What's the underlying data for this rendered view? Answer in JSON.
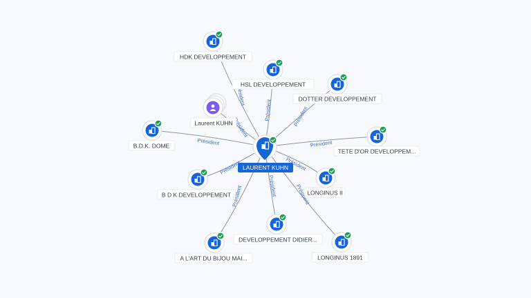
{
  "center": {
    "label": "LAURENT KUHN",
    "icon": "company-pin-icon"
  },
  "relation_label": "Président",
  "nodes": [
    {
      "id": "hdk",
      "label": "HDK DEVELOPPEMENT",
      "type": "company",
      "verified": true
    },
    {
      "id": "hsl",
      "label": "HSL DEVELOPPEMENT",
      "type": "company",
      "verified": true
    },
    {
      "id": "dotter",
      "label": "DOTTER DEVELOPPEMENT",
      "type": "company",
      "verified": true
    },
    {
      "id": "laurent",
      "label": "Laurent KUHN",
      "type": "person",
      "verified": false
    },
    {
      "id": "bdkdome",
      "label": "B.D.K. DOME",
      "type": "company",
      "verified": true
    },
    {
      "id": "tetedor",
      "label": "TETE D'OR DEVELOPPEM...",
      "type": "company",
      "verified": true
    },
    {
      "id": "bdkdev",
      "label": "B D K DEVELOPPEMENT",
      "type": "company",
      "verified": true
    },
    {
      "id": "longinus2",
      "label": "LONGINUS II",
      "type": "company",
      "verified": true
    },
    {
      "id": "devdidier",
      "label": "DEVELOPPEMENT DIDIER...",
      "type": "company",
      "verified": true
    },
    {
      "id": "artbijou",
      "label": "A L'ART DU BIJOU MAI...",
      "type": "company",
      "verified": true
    },
    {
      "id": "longinus1891",
      "label": "LONGINUS 1891",
      "type": "company",
      "verified": true
    }
  ],
  "edges": [
    {
      "to": "hdk",
      "label": "Président"
    },
    {
      "to": "hsl",
      "label": "Président"
    },
    {
      "to": "dotter",
      "label": "Président"
    },
    {
      "to": "laurent",
      "label": "Président"
    },
    {
      "to": "bdkdome",
      "label": "Président"
    },
    {
      "to": "tetedor",
      "label": "Président"
    },
    {
      "to": "bdkdev",
      "label": "Président"
    },
    {
      "to": "longinus2",
      "label": "Président"
    },
    {
      "to": "devdidier",
      "label": "Président"
    },
    {
      "to": "artbijou",
      "label": "Président"
    },
    {
      "to": "longinus1891",
      "label": "Président"
    }
  ],
  "colors": {
    "company": "#1565d8",
    "person": "#7c5cf0",
    "verified": "#1e9e54",
    "edge_label": "#3d6fd6"
  }
}
